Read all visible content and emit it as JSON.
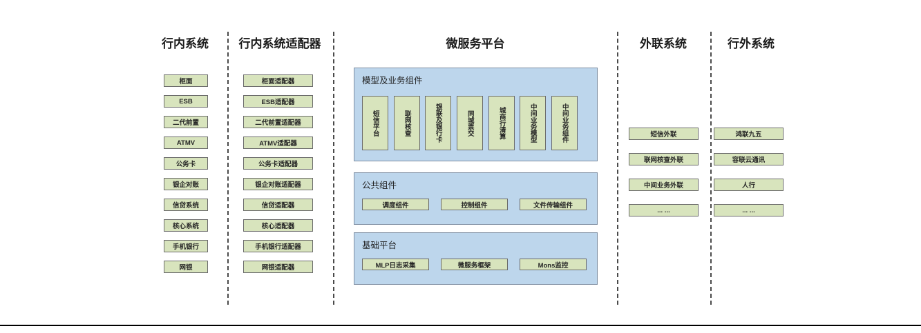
{
  "diagram": {
    "title_note": "microservice platform architecture diagram",
    "colors": {
      "box_fill": "#d8e4bd",
      "box_border": "#6b6b6b",
      "section_fill": "#bdd6ec",
      "section_border": "#7d8da1"
    },
    "columns": {
      "internal": {
        "title": "行内系统",
        "items": [
          "柜面",
          "ESB",
          "二代前置",
          "ATMV",
          "公务卡",
          "银企对账",
          "信贷系统",
          "核心系统",
          "手机银行",
          "网银"
        ]
      },
      "adapters": {
        "title": "行内系统适配器",
        "items": [
          "柜面适配器",
          "ESB适配器",
          "二代前置适配器",
          "ATMV适配器",
          "公务卡适配器",
          "银企对账适配器",
          "信贷适配器",
          "核心适配器",
          "手机银行适配器",
          "网银适配器"
        ]
      },
      "platform": {
        "title": "微服务平台",
        "sections": {
          "model": {
            "title": "模型及业务组件",
            "items": [
              "短信平台",
              "联网核查",
              "银联及银行卡",
              "同城票交",
              "城商行清算",
              "中间业务模型",
              "中间业务组件"
            ]
          },
          "common": {
            "title": "公共组件",
            "items": [
              "调度组件",
              "控制组件",
              "文件传输组件"
            ]
          },
          "base": {
            "title": "基础平台",
            "items": [
              "MLP日志采集",
              "微服务框架",
              "Mons监控"
            ]
          }
        }
      },
      "outreach": {
        "title": "外联系统",
        "items": [
          "短信外联",
          "联网核查外联",
          "中间业务外联",
          "... ..."
        ]
      },
      "external": {
        "title": "行外系统",
        "items": [
          "鸿联九五",
          "容联云通讯",
          "人行",
          "... ..."
        ]
      }
    }
  }
}
